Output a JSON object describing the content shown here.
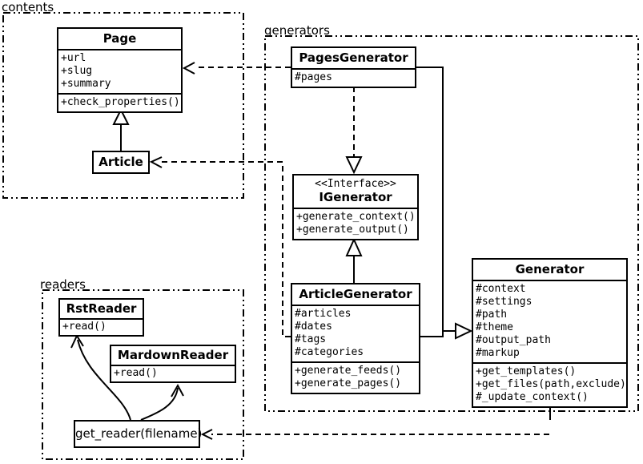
{
  "diagram": {
    "type": "uml-class-diagram",
    "packages": {
      "contents": {
        "label": "contents"
      },
      "generators": {
        "label": "generators"
      },
      "readers": {
        "label": "readers"
      }
    },
    "classes": {
      "page": {
        "title": "Page",
        "attributes": [
          "+url",
          "+slug",
          "+summary"
        ],
        "methods": [
          "+check_properties()"
        ]
      },
      "article": {
        "title": "Article"
      },
      "pages_generator": {
        "title": "PagesGenerator",
        "attributes": [
          "#pages"
        ]
      },
      "igenerator": {
        "stereotype": "<<Interface>>",
        "title": "IGenerator",
        "methods": [
          "+generate_context()",
          "+generate_output()"
        ]
      },
      "article_generator": {
        "title": "ArticleGenerator",
        "attributes": [
          "#articles",
          "#dates",
          "#tags",
          "#categories"
        ],
        "methods": [
          "+generate_feeds()",
          "+generate_pages()"
        ]
      },
      "generator": {
        "title": "Generator",
        "attributes": [
          "#context",
          "#settings",
          "#path",
          "#theme",
          "#output_path",
          "#markup"
        ],
        "methods": [
          "+get_templates()",
          "+get_files(path,exclude)",
          "#_update_context()"
        ]
      },
      "rst_reader": {
        "title": "RstReader",
        "methods": [
          "+read()"
        ]
      },
      "markdown_reader": {
        "title": "MardownReader",
        "methods": [
          "+read()"
        ]
      },
      "get_reader": {
        "label": "get_reader(filename)"
      }
    },
    "relationships": [
      {
        "from": "Article",
        "to": "Page",
        "type": "inheritance"
      },
      {
        "from": "PagesGenerator",
        "to": "IGenerator",
        "type": "realization"
      },
      {
        "from": "ArticleGenerator",
        "to": "IGenerator",
        "type": "inheritance"
      },
      {
        "from": "PagesGenerator",
        "to": "Generator",
        "type": "inheritance"
      },
      {
        "from": "ArticleGenerator",
        "to": "Generator",
        "type": "inheritance"
      },
      {
        "from": "PagesGenerator",
        "to": "Page",
        "type": "dependency"
      },
      {
        "from": "ArticleGenerator",
        "to": "Article",
        "type": "dependency"
      },
      {
        "from": "Generator",
        "to": "get_reader(filename)",
        "type": "dependency"
      },
      {
        "from": "get_reader(filename)",
        "to": "RstReader",
        "type": "arrow"
      },
      {
        "from": "get_reader(filename)",
        "to": "MardownReader",
        "type": "arrow"
      }
    ],
    "colors": {
      "line": "#000000",
      "background": "#ffffff"
    }
  }
}
